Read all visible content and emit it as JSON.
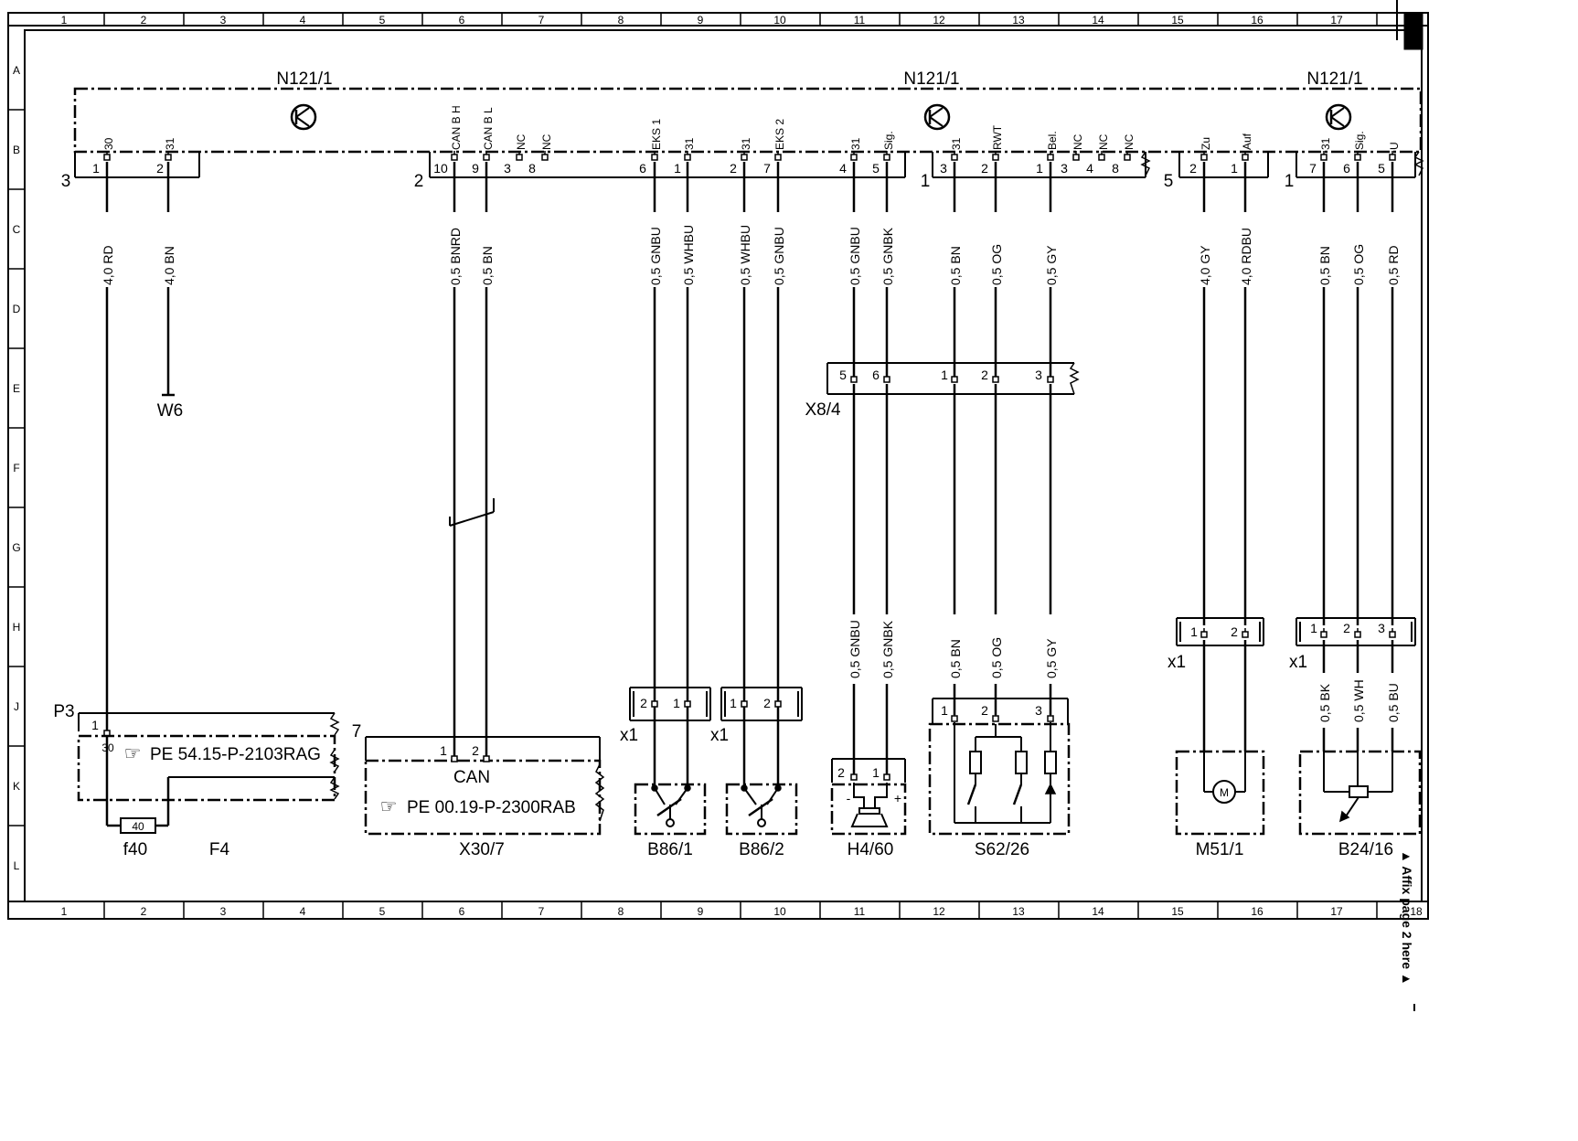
{
  "grid": {
    "columns": [
      "1",
      "2",
      "3",
      "4",
      "5",
      "6",
      "7",
      "8",
      "9",
      "10",
      "11",
      "12",
      "13",
      "14",
      "15",
      "16",
      "17",
      "18"
    ],
    "rows": [
      "A",
      "B",
      "C",
      "D",
      "E",
      "F",
      "G",
      "H",
      "J",
      "K",
      "L"
    ]
  },
  "modules": [
    {
      "label": "N121/1",
      "groups": [
        {
          "number": "3",
          "pins": [
            {
              "n": "1",
              "name": "30"
            },
            {
              "n": "2",
              "name": "31"
            }
          ]
        }
      ]
    },
    {
      "label": "N121/1",
      "groups": [
        {
          "number": "2",
          "pins": [
            {
              "n": "10",
              "name": "CAN B H"
            },
            {
              "n": "9",
              "name": "CAN B L"
            },
            {
              "n": "3",
              "name": "NC"
            },
            {
              "n": "8",
              "name": "NC"
            },
            {
              "n": "6",
              "name": "EKS 1"
            },
            {
              "n": "1",
              "name": "31"
            },
            {
              "n": "2",
              "name": "31"
            },
            {
              "n": "7",
              "name": "EKS 2"
            },
            {
              "n": "4",
              "name": "31"
            },
            {
              "n": "5",
              "name": "Sig."
            }
          ]
        },
        {
          "number": "1",
          "pins": [
            {
              "n": "3",
              "name": "31"
            },
            {
              "n": "2",
              "name": "RWT"
            },
            {
              "n": "1",
              "name": "Bel."
            },
            {
              "n": "3",
              "name": "NC"
            },
            {
              "n": "4",
              "name": "NC"
            },
            {
              "n": "8",
              "name": "NC"
            }
          ]
        }
      ]
    },
    {
      "label": "N121/1",
      "groups": [
        {
          "number": "5",
          "pins": [
            {
              "n": "2",
              "name": "Zu"
            },
            {
              "n": "1",
              "name": "Auf"
            }
          ]
        },
        {
          "number": "1",
          "pins": [
            {
              "n": "7",
              "name": "31"
            },
            {
              "n": "6",
              "name": "Sig."
            },
            {
              "n": "5",
              "name": "U"
            }
          ]
        }
      ]
    }
  ],
  "wires": [
    "4,0 RD",
    "4,0 BN",
    "0,5 BNRD",
    "0,5 BN",
    "0,5 GNBU",
    "0,5 WHBU",
    "0,5 WHBU",
    "0,5 GNBU",
    "0,5 GNBU",
    "0,5 GNBK",
    "0,5 BN",
    "0,5 OG",
    "0,5 GY",
    "4,0 GY",
    "4,0 RDBU",
    "0,5 BN",
    "0,5 OG",
    "0,5 RD"
  ],
  "wires_lower": [
    "0,5 GNBU",
    "0,5 GNBK",
    "0,5 BN",
    "0,5 OG",
    "0,5 GY",
    "0,5 BK",
    "0,5 WH",
    "0,5 BU"
  ],
  "connectors": {
    "x8_4": {
      "label": "X8/4",
      "pins": [
        "5",
        "6",
        "1",
        "2",
        "3"
      ]
    },
    "x1": "x1"
  },
  "components": [
    {
      "label": "W6"
    },
    {
      "label": "P3",
      "pin": "1",
      "pin2": "30",
      "ref": "PE 54.15-P-2103RAG"
    },
    {
      "label": "f40",
      "fuse": "40"
    },
    {
      "label": "F4"
    },
    {
      "label": "X30/7",
      "number": "7",
      "pins": [
        "1",
        "2"
      ],
      "title": "CAN",
      "ref": "PE 00.19-P-2300RAB"
    },
    {
      "label": "B86/1",
      "pins": [
        "2",
        "1"
      ]
    },
    {
      "label": "B86/2",
      "pins": [
        "1",
        "2"
      ]
    },
    {
      "label": "H4/60",
      "pins": [
        "2",
        "1"
      ],
      "minus": "-",
      "plus": "+"
    },
    {
      "label": "S62/26",
      "pins": [
        "1",
        "2",
        "3"
      ]
    },
    {
      "label": "M51/1",
      "pins": [
        "1",
        "2"
      ],
      "motor": "M"
    },
    {
      "label": "B24/16",
      "pins": [
        "1",
        "2",
        "3"
      ]
    }
  ],
  "side_note": "Affix page 2 here"
}
